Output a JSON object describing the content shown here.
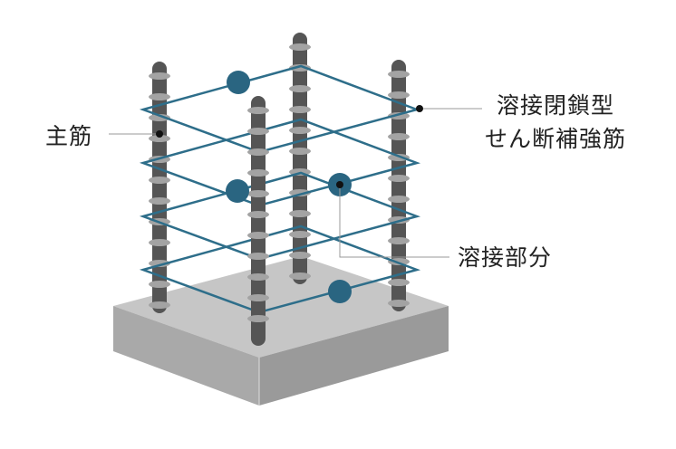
{
  "labels": {
    "main_rebar": "主筋",
    "hoop_line1": "溶接閉鎖型",
    "hoop_line2": "せん断補強筋",
    "weld": "溶接部分"
  },
  "colors": {
    "hoop": "#2e6e8a",
    "weld_blob": "#2a6581",
    "rod": "#555555",
    "rib": "#a3a3a3",
    "base_top": "#c6c6c6",
    "base_left": "#a9a9a9",
    "base_right": "#9a9a9a"
  }
}
